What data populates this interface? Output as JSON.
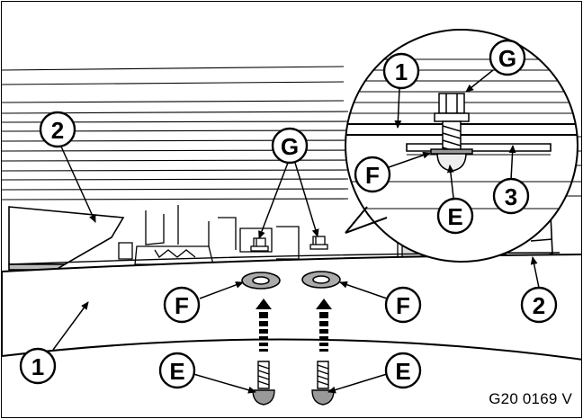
{
  "figure_code": "G20 0169 V",
  "callouts": {
    "left_1": "1",
    "left_2": "2",
    "g_main": "G",
    "f_left": "F",
    "f_right": "F",
    "e_left": "E",
    "e_right": "E",
    "right_2": "2",
    "detail_1": "1",
    "detail_g": "G",
    "detail_f": "F",
    "detail_e": "E",
    "detail_3": "3"
  }
}
